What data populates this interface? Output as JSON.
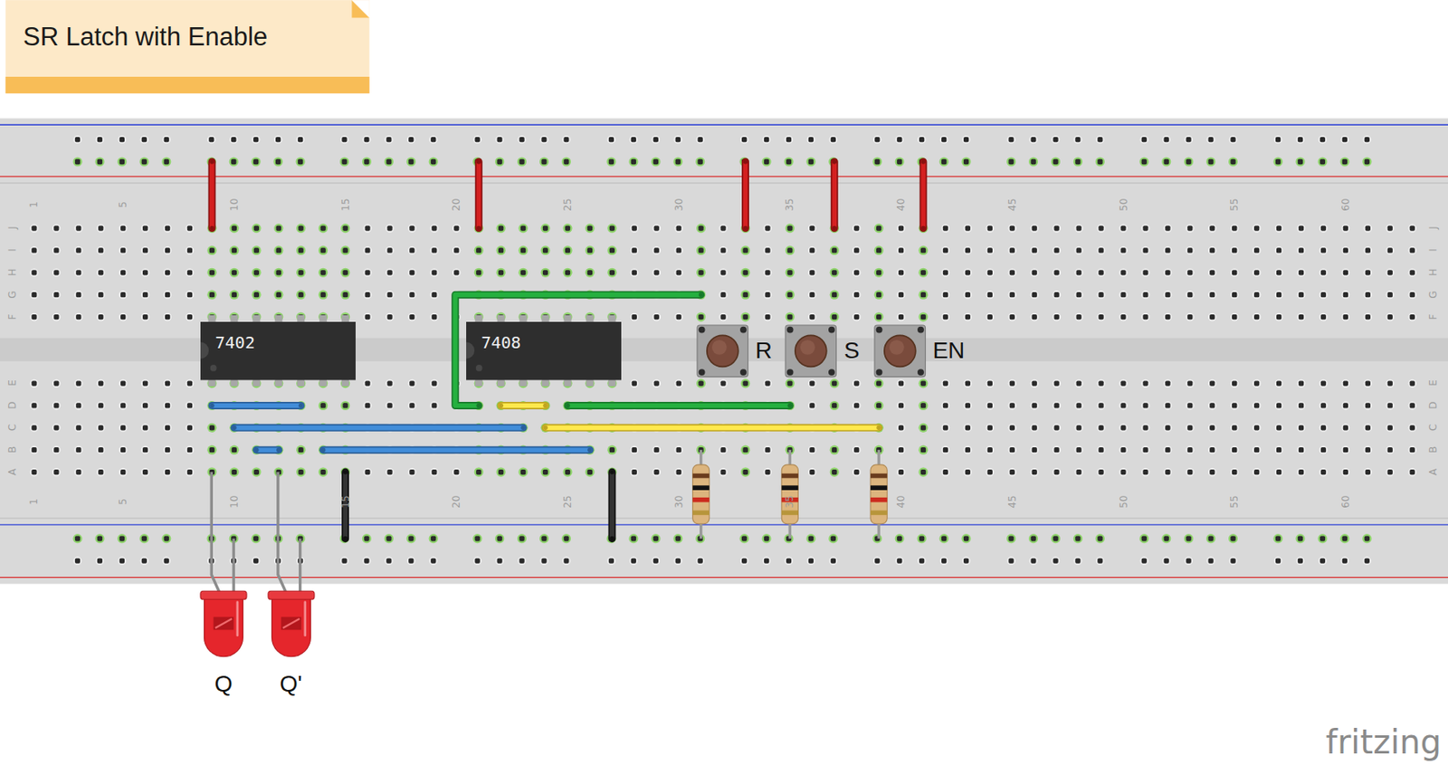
{
  "diagram": {
    "title": "SR Latch with Enable",
    "nodes": [
      {
        "text": [
          "7402"
        ]
      },
      {
        "text": [
          "7408"
        ]
      },
      {
        "text": [
          "R"
        ]
      },
      {
        "text": [
          "S"
        ]
      },
      {
        "text": [
          "EN"
        ]
      },
      {
        "text": [
          "Q"
        ]
      },
      {
        "text": [
          "Q'"
        ]
      }
    ],
    "labels": [
      "1",
      "5",
      "10",
      "15",
      "20",
      "25",
      "30",
      "35",
      "40",
      "45",
      "50",
      "55",
      "60",
      "1",
      "5",
      "10",
      "15",
      "20",
      "25",
      "30",
      "35",
      "40",
      "45",
      "50",
      "55",
      "60",
      "J",
      "I",
      "H",
      "G",
      "F",
      "E",
      "D",
      "C",
      "B",
      "A",
      "J",
      "I",
      "H",
      "G",
      "F",
      "E",
      "D",
      "C",
      "B",
      "A",
      "fritzing"
    ]
  }
}
